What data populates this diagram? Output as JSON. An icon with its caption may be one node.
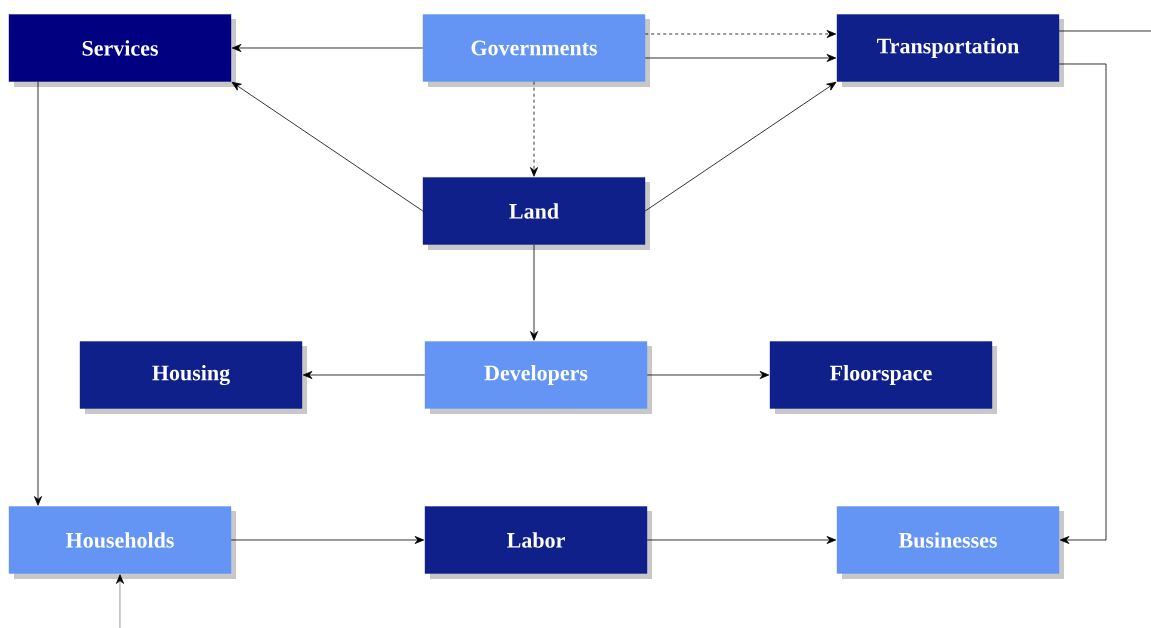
{
  "diagram": {
    "nodes": [
      {
        "text": [
          "Services"
        ]
      },
      {
        "text": [
          "Governments"
        ]
      },
      {
        "text": [
          "Transportation"
        ]
      },
      {
        "text": [
          "Land"
        ]
      },
      {
        "text": [
          "Housing"
        ]
      },
      {
        "text": [
          "Developers"
        ]
      },
      {
        "text": [
          "Floorspace"
        ]
      },
      {
        "text": [
          "Households"
        ]
      },
      {
        "text": [
          "Labor"
        ]
      },
      {
        "text": [
          "Businesses"
        ]
      }
    ],
    "edges": [
      {
        "from": 1,
        "to": 0,
        "arrow": "to"
      },
      {
        "from": 1,
        "to": 2,
        "arrow": "to",
        "style": "dashed"
      },
      {
        "from": 1,
        "to": 2,
        "arrow": "to"
      },
      {
        "from": 1,
        "to": 3,
        "arrow": "to",
        "style": "dashed"
      },
      {
        "from": 3,
        "to": 0,
        "arrow": "to"
      },
      {
        "from": 3,
        "to": 2,
        "arrow": "to"
      },
      {
        "from": 3,
        "to": 5,
        "arrow": "to"
      },
      {
        "from": 5,
        "to": 4,
        "arrow": "to"
      },
      {
        "from": 5,
        "to": 6,
        "arrow": "to"
      },
      {
        "from": 0,
        "to": 7,
        "arrow": "to"
      },
      {
        "from": 7,
        "to": 8,
        "arrow": "to"
      },
      {
        "from": 8,
        "to": 9,
        "arrow": "to"
      },
      {
        "from": 2,
        "to": 9,
        "arrow": "to"
      },
      {
        "from": 2,
        "to": null,
        "arrow": "none"
      },
      {
        "from": null,
        "to": 7,
        "arrow": "to"
      }
    ]
  }
}
